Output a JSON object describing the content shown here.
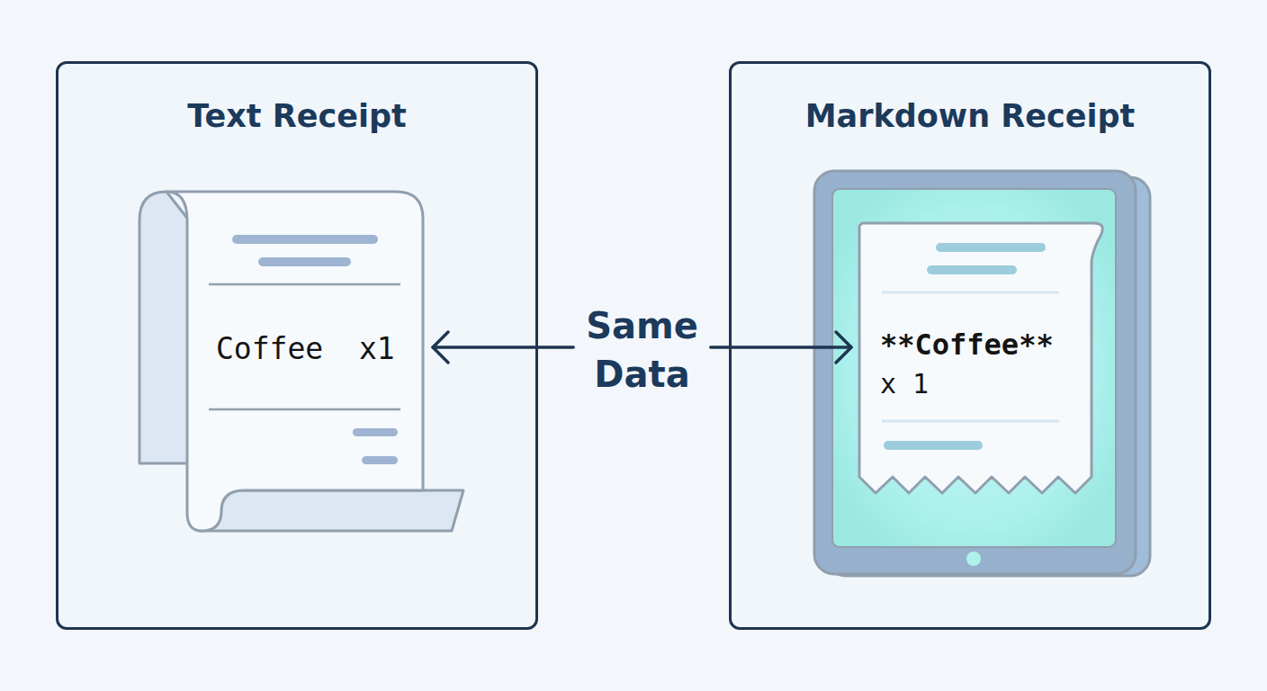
{
  "diagram": {
    "nodes": [
      {
        "text": [
          "Text Receipt"
        ]
      },
      {
        "text": [
          "Coffee  x1"
        ],
        "in": 0
      },
      {
        "text": [
          "Markdown Receipt"
        ]
      },
      {
        "text": [
          "**Coffee**",
          "x 1"
        ],
        "in": 2
      }
    ],
    "edges": [
      {
        "from": 1,
        "to": 3,
        "label": "Same Data",
        "arrow": "both"
      }
    ]
  }
}
